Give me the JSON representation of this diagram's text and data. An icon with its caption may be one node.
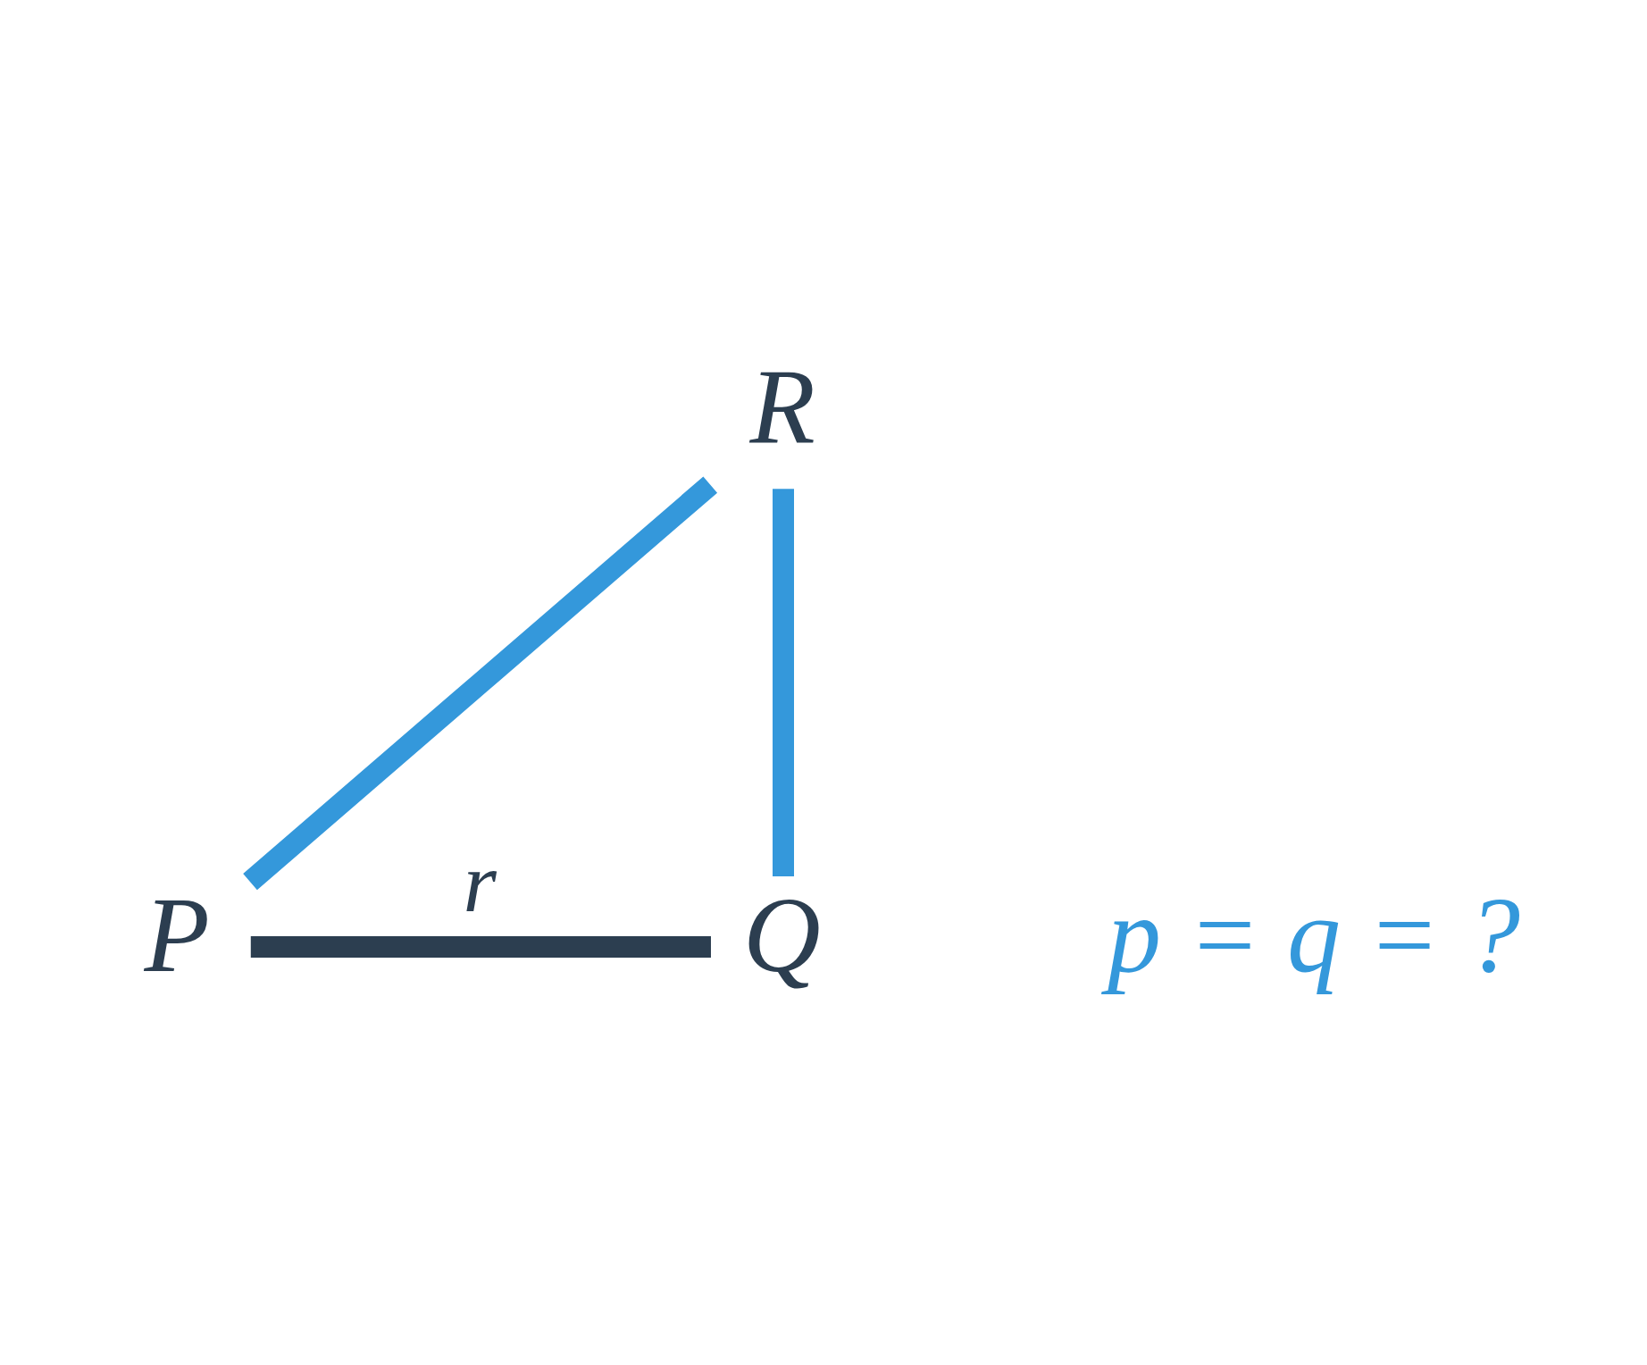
{
  "diagram": {
    "nodes": [
      {
        "text": [
          "R"
        ]
      },
      {
        "text": [
          "P"
        ]
      },
      {
        "text": [
          "Q"
        ]
      }
    ],
    "edges": [
      {
        "from": 0,
        "to": 1,
        "arrow": "none"
      },
      {
        "from": 0,
        "to": 2,
        "arrow": "none"
      },
      {
        "from": 1,
        "to": 2,
        "arrow": "none",
        "label": "r",
        "color": "#2c3e50"
      }
    ],
    "labels": [
      "p = q = ?"
    ]
  }
}
